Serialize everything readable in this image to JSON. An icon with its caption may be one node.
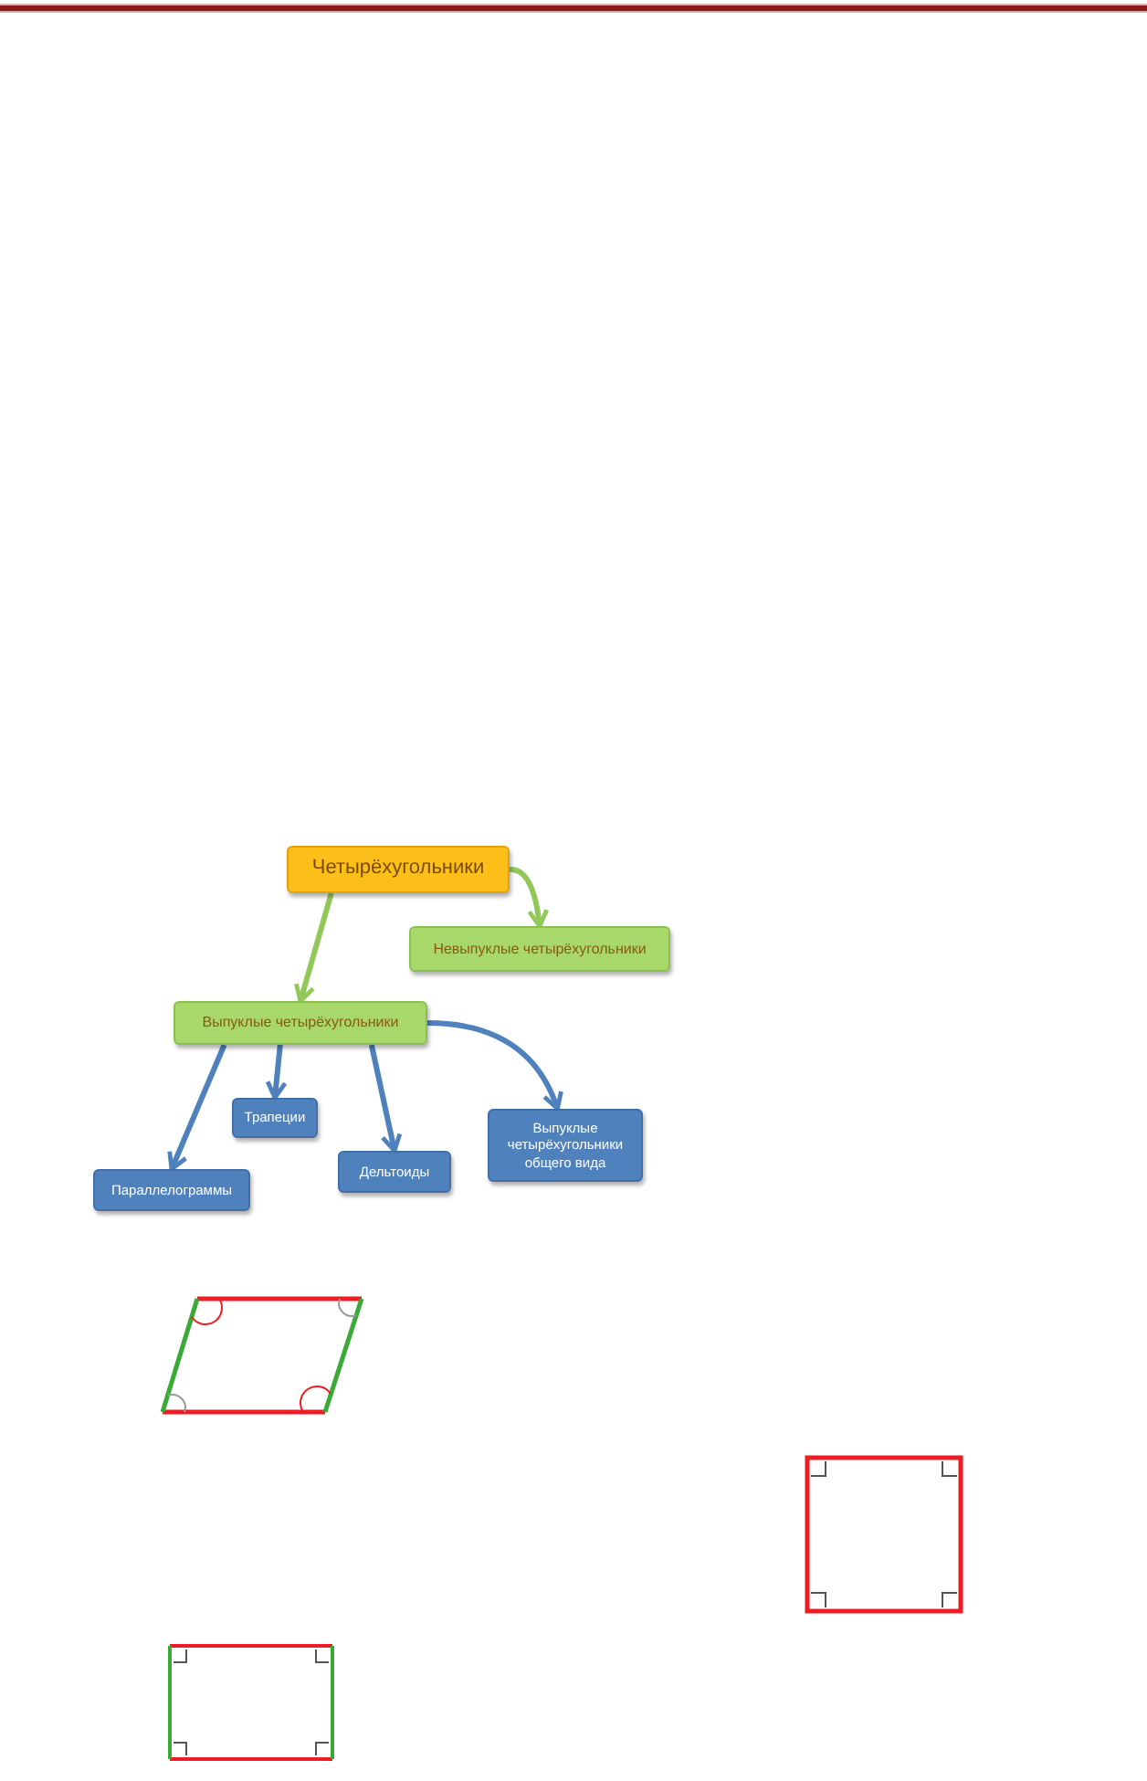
{
  "diagram": {
    "nodes": [
      {
        "text": [
          "Четырёхугольники"
        ]
      },
      {
        "text": [
          "Невыпуклые четырёхугольники"
        ]
      },
      {
        "text": [
          "Выпуклые четырёхугольники"
        ]
      },
      {
        "text": [
          "Трапеции"
        ]
      },
      {
        "text": [
          "Параллелограммы"
        ]
      },
      {
        "text": [
          "Дельтоиды"
        ]
      },
      {
        "text": [
          "Выпуклые четырёхугольники общего вида"
        ]
      }
    ],
    "edges": [
      {
        "from": 0,
        "to": 1,
        "arrow": "to",
        "color": "#92c85a"
      },
      {
        "from": 0,
        "to": 2,
        "arrow": "to",
        "color": "#92c85a"
      },
      {
        "from": 2,
        "to": 4,
        "arrow": "to"
      },
      {
        "from": 2,
        "to": 3,
        "arrow": "to"
      },
      {
        "from": 2,
        "to": 5,
        "arrow": "to"
      },
      {
        "from": 2,
        "to": 6,
        "arrow": "to"
      }
    ]
  }
}
